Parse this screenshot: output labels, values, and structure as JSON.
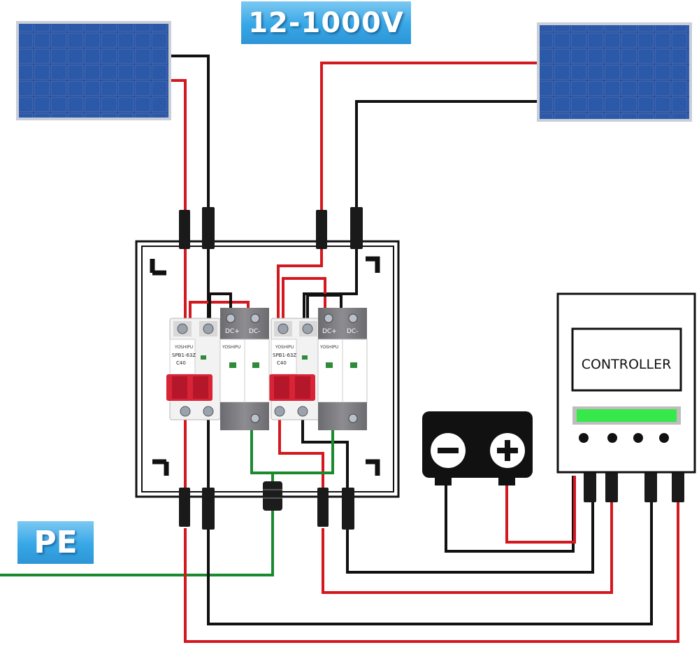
{
  "voltage_label": "12-1000V",
  "pe_label": "PE",
  "controller": {
    "label": "CONTROLLER"
  },
  "breakers": [
    {
      "brand": "YOSHIPU",
      "model": "SPB1-63Z",
      "rating": "C40"
    },
    {
      "brand": "YOSHIPU",
      "model": "SPB1-63Z",
      "rating": "C40"
    }
  ],
  "surge_protectors": [
    {
      "brand": "YOSHIPU",
      "plus": "DC+",
      "minus": "DC-"
    },
    {
      "brand": "YOSHIPU",
      "plus": "DC+",
      "minus": "DC-"
    }
  ],
  "battery_icons": [
    "minus-icon",
    "plus-icon"
  ],
  "colors": {
    "badge": "#36a7e6",
    "wire_positive": "#d4181f",
    "wire_negative": "#111111",
    "wire_ground": "#1a8a2e",
    "breaker_handle": "#d92336",
    "spd_gray": "#7e7e80",
    "lcd": "#36e84a",
    "solar_panel": "#1c3f86"
  }
}
